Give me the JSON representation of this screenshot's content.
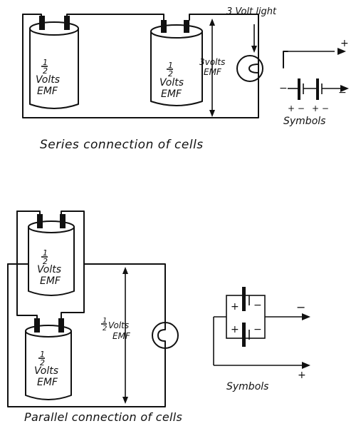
{
  "series": {
    "cell_1": {
      "fraction": [
        "1",
        "2"
      ],
      "volts": "Volts",
      "emf": "EMF"
    },
    "cell_2": {
      "fraction": [
        "1",
        "2"
      ],
      "volts": "Volts",
      "emf": "EMF"
    },
    "lamp_label": "3 Volt light",
    "total_label_1": "3volts",
    "total_label_2": "EMF",
    "symbols_label": "Symbols",
    "caption": "Series connection of cells",
    "signs_left": "+ −",
    "signs_right": "+ −",
    "plus_out": "+",
    "minus_out": "−",
    "minus_left": "−"
  },
  "parallel": {
    "cell_1": {
      "fraction": [
        "1",
        "2"
      ],
      "volts": "Volts",
      "emf": "EMF"
    },
    "cell_2": {
      "fraction": [
        "1",
        "2"
      ],
      "volts": "Volts",
      "emf": "EMF"
    },
    "total_fraction": [
      "1",
      "2"
    ],
    "total_label_1": "Volts",
    "total_label_2": "EMF",
    "symbols_label": "Symbols",
    "caption": "Parallel connection of cells",
    "plus_top": "+",
    "minus_top": "−",
    "plus_bottom": "+",
    "minus_bottom": "−",
    "minus_out": "−",
    "plus_out": "+"
  }
}
